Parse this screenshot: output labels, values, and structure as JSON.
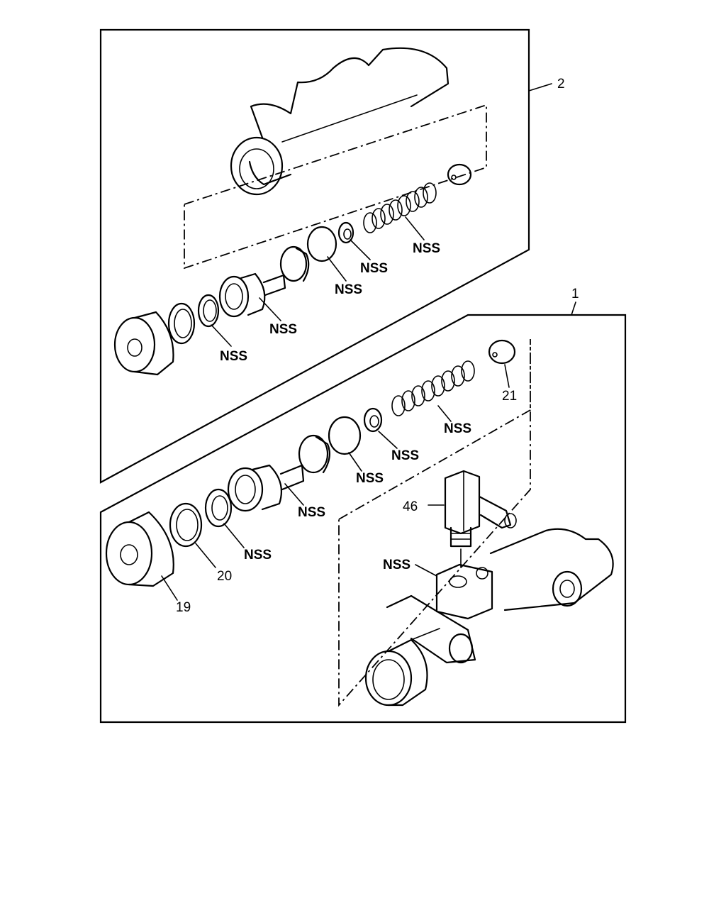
{
  "callouts": {
    "assembly_2": "2",
    "assembly_1": "1",
    "part_19": "19",
    "part_20": "20",
    "part_21": "21",
    "part_46": "46",
    "nss": "NSS"
  },
  "colors": {
    "line": "#000000",
    "background": "#ffffff"
  }
}
